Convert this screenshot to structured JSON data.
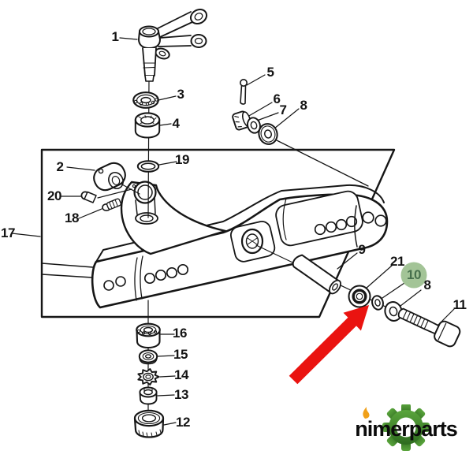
{
  "diagram": {
    "type": "exploded-parts-diagram",
    "description": "Tractor front axle support exploded view",
    "callouts": [
      {
        "part": "steering-spindle",
        "label": "1"
      },
      {
        "part": "bushing",
        "label": "2"
      },
      {
        "part": "bearing",
        "label": "3"
      },
      {
        "part": "bushing-lower",
        "label": "4"
      },
      {
        "part": "cotter-pin",
        "label": "5"
      },
      {
        "part": "castle-nut",
        "label": "6"
      },
      {
        "part": "washer",
        "label": "7"
      },
      {
        "part": "washer-top",
        "label": "8"
      },
      {
        "part": "pivot-pin",
        "label": "9"
      },
      {
        "part": "thrust-washer-highlighted",
        "label": "10"
      },
      {
        "part": "bolt",
        "label": "11"
      },
      {
        "part": "dust-cap",
        "label": "12"
      },
      {
        "part": "nut",
        "label": "13"
      },
      {
        "part": "lock-washer",
        "label": "14"
      },
      {
        "part": "bearing-washer",
        "label": "15"
      },
      {
        "part": "bushing-bottom",
        "label": "16"
      },
      {
        "part": "axle-support",
        "label": "17"
      },
      {
        "part": "grease-fitting-angled",
        "label": "18"
      },
      {
        "part": "snap-ring",
        "label": "19"
      },
      {
        "part": "grease-fitting",
        "label": "20"
      },
      {
        "part": "seal-washer",
        "label": "21"
      },
      {
        "part": "washer-bottom",
        "label": "8"
      }
    ],
    "highlight": {
      "part_label": "10",
      "badge_color": "#a3c497",
      "label_color": "#47704d",
      "arrow_color": "#ea1310"
    },
    "watermark": {
      "brand": "nimerparts",
      "gear_color_light": "#5aa53c",
      "gear_color_dark": "#2e6b1f",
      "flame_color": "#f0a019"
    }
  }
}
